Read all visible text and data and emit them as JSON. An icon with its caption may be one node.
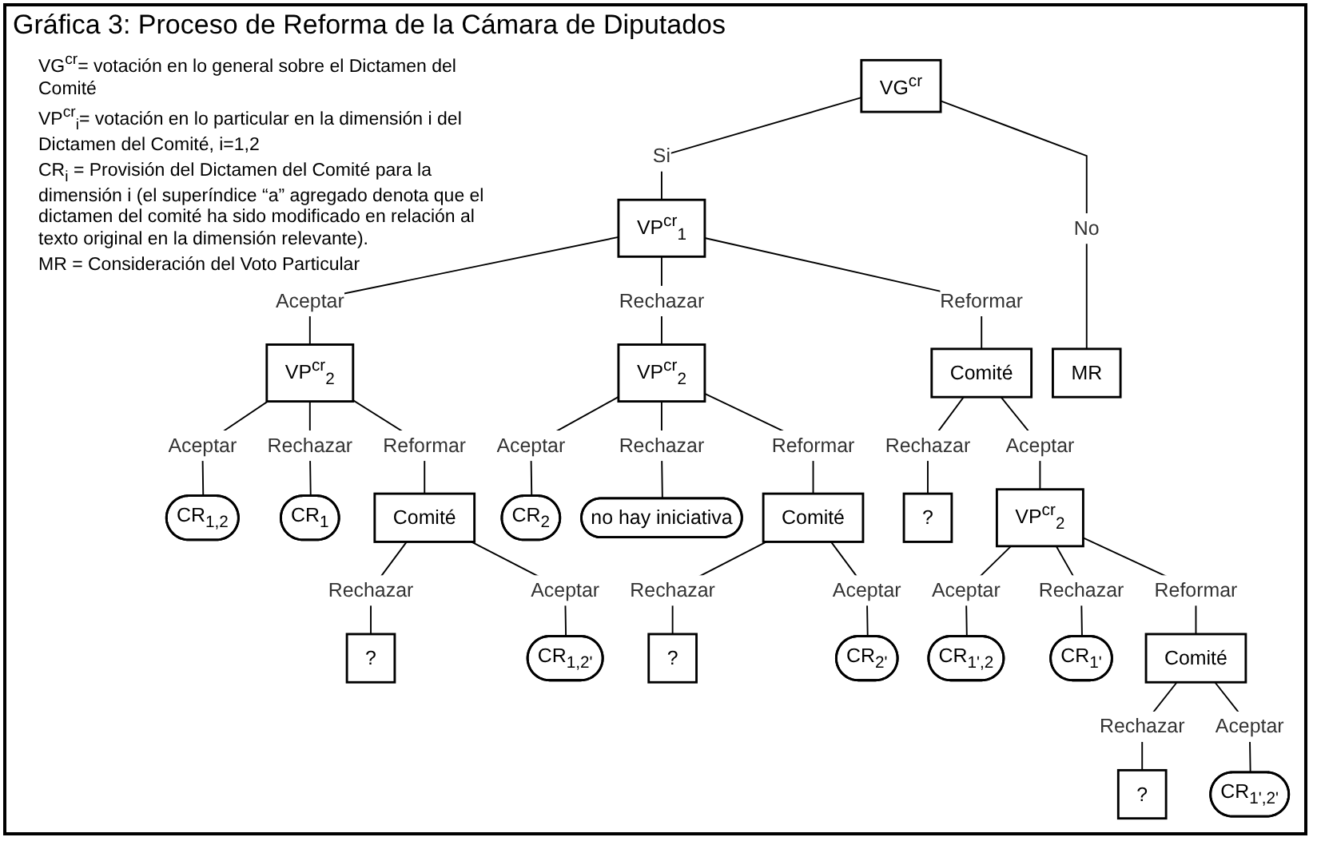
{
  "diagram": {
    "title": "Gráfica 3: Proceso de Reforma de la Cámara de Diputados",
    "nodes": [
      {
        "text": [
          "VG$^{cr}$"
        ]
      },
      {
        "text": [
          "MR"
        ]
      },
      {
        "text": [
          "VP$^{cr}$$_{1}$"
        ]
      },
      {
        "text": [
          "Comité"
        ]
      },
      {
        "text": [
          "VP$^{cr}$$_{2}$"
        ]
      },
      {
        "text": [
          "VP$^{cr}$$_{2}$"
        ]
      },
      {
        "text": [
          "?"
        ]
      },
      {
        "text": [
          "VP$^{cr}$$_{2}$"
        ]
      },
      {
        "text": [
          "Comité"
        ]
      },
      {
        "text": [
          "Comité"
        ]
      },
      {
        "text": [
          "Comité"
        ]
      },
      {
        "text": [
          "CR$_{1,2}$"
        ]
      },
      {
        "text": [
          "CR$_{1}$"
        ]
      },
      {
        "text": [
          "?"
        ]
      },
      {
        "text": [
          "CR$_{1,2'}$"
        ]
      },
      {
        "text": [
          "CR$_{2}$"
        ]
      },
      {
        "text": [
          "no hay iniciativa"
        ]
      },
      {
        "text": [
          "?"
        ]
      },
      {
        "text": [
          "CR$_{2'}$"
        ]
      },
      {
        "text": [
          "CR$_{1',2}$"
        ]
      },
      {
        "text": [
          "CR$_{1'}$"
        ]
      },
      {
        "text": [
          "?"
        ]
      },
      {
        "text": [
          "CR$_{1',2'}$"
        ]
      }
    ],
    "edges": [
      {
        "from": 0,
        "to": 2,
        "arrow": "none",
        "label": "Si"
      },
      {
        "from": 0,
        "to": 1,
        "arrow": "none",
        "label": "No"
      },
      {
        "from": 2,
        "to": 4,
        "arrow": "none",
        "label": "Aceptar"
      },
      {
        "from": 2,
        "to": 5,
        "arrow": "none",
        "label": "Rechazar"
      },
      {
        "from": 2,
        "to": 3,
        "arrow": "none",
        "label": "Reformar"
      },
      {
        "from": 3,
        "to": 6,
        "arrow": "none",
        "label": "Rechazar"
      },
      {
        "from": 3,
        "to": 7,
        "arrow": "none",
        "label": "Aceptar"
      },
      {
        "from": 4,
        "to": 11,
        "arrow": "none",
        "label": "Aceptar"
      },
      {
        "from": 4,
        "to": 12,
        "arrow": "none",
        "label": "Rechazar"
      },
      {
        "from": 4,
        "to": 8,
        "arrow": "none",
        "label": "Reformar"
      },
      {
        "from": 8,
        "to": 13,
        "arrow": "none",
        "label": "Rechazar"
      },
      {
        "from": 8,
        "to": 14,
        "arrow": "none",
        "label": "Aceptar"
      },
      {
        "from": 5,
        "to": 15,
        "arrow": "none",
        "label": "Aceptar"
      },
      {
        "from": 5,
        "to": 16,
        "arrow": "none",
        "label": "Rechazar"
      },
      {
        "from": 5,
        "to": 9,
        "arrow": "none",
        "label": "Reformar"
      },
      {
        "from": 9,
        "to": 17,
        "arrow": "none",
        "label": "Rechazar"
      },
      {
        "from": 9,
        "to": 18,
        "arrow": "none",
        "label": "Aceptar"
      },
      {
        "from": 7,
        "to": 19,
        "arrow": "none",
        "label": "Aceptar"
      },
      {
        "from": 7,
        "to": 20,
        "arrow": "none",
        "label": "Rechazar"
      },
      {
        "from": 7,
        "to": 10,
        "arrow": "none",
        "label": "Reformar"
      },
      {
        "from": 10,
        "to": 21,
        "arrow": "none",
        "label": "Rechazar"
      },
      {
        "from": 10,
        "to": 22,
        "arrow": "none",
        "label": "Aceptar"
      }
    ],
    "labels": [
      "VG$^{cr}$= votación en lo general sobre el Dictamen del Comité",
      "VP$^{cr}$$_{i}$= votación en lo particular en la dimensión i del Dictamen del Comité, i=1,2",
      "CR$_{i}$ = Provisión del Dictamen del Comité para la dimensión i (el superíndice “a” agregado denota que el dictamen del comité ha sido modificado en relación al texto original en la dimensión relevante).",
      "MR = Consideración del Voto Particular"
    ]
  }
}
